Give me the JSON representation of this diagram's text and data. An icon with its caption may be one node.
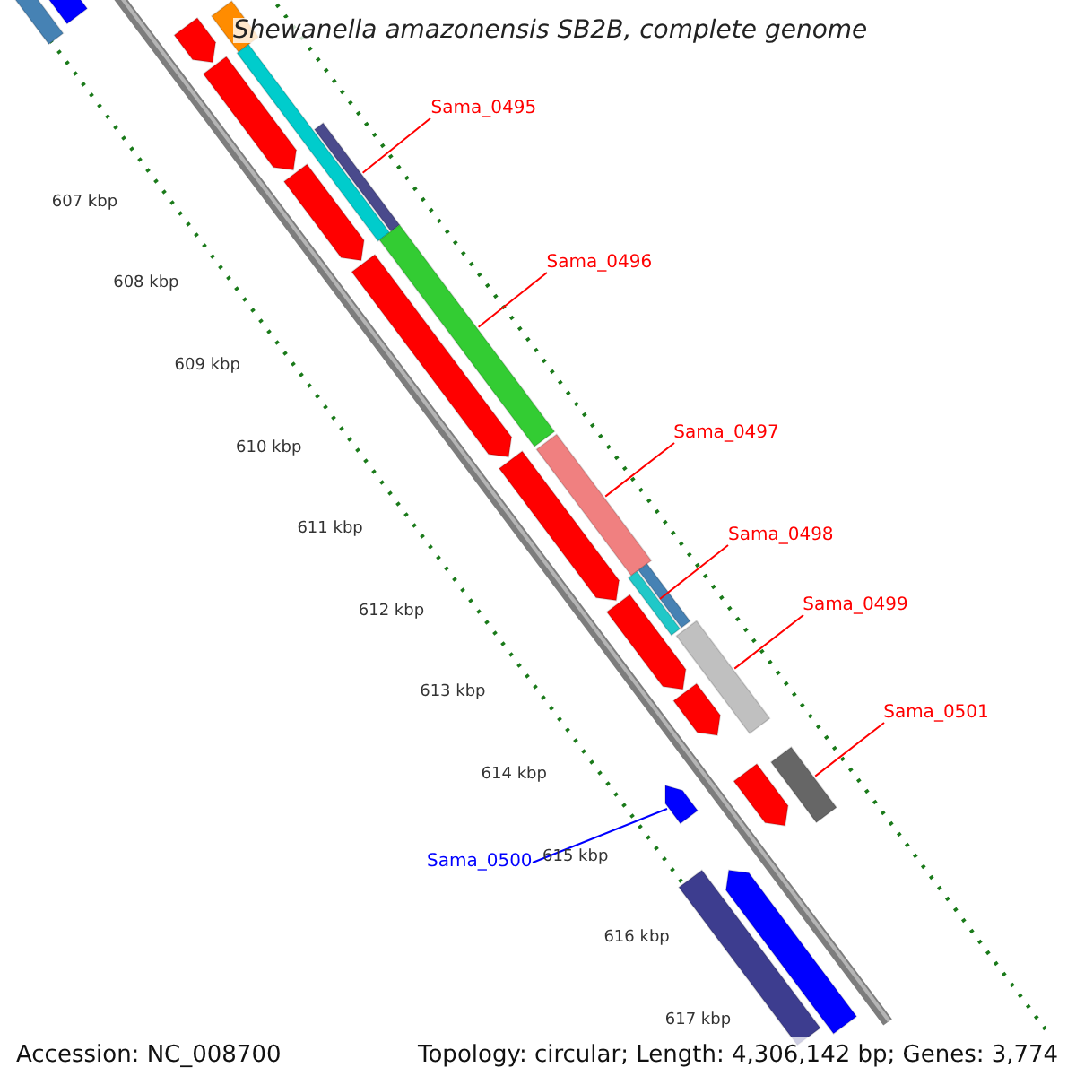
{
  "diagram": {
    "title": "Shewanella amazonensis SB2B, complete genome",
    "nodes": [
      {
        "text": [
          "Sama_0495"
        ]
      },
      {
        "text": [],
        "shape": "bar"
      },
      {
        "text": [
          "Sama_0496"
        ]
      },
      {
        "text": [],
        "shape": "bar"
      },
      {
        "text": [
          "Sama_0497"
        ]
      },
      {
        "text": [],
        "shape": "bar"
      },
      {
        "text": [
          "Sama_0498"
        ]
      },
      {
        "text": [],
        "shape": "bar"
      },
      {
        "text": [
          "Sama_0499"
        ]
      },
      {
        "text": [],
        "shape": "bar"
      },
      {
        "text": [
          "Sama_0501"
        ]
      },
      {
        "text": [],
        "shape": "bar"
      },
      {
        "text": [
          "Sama_0500"
        ]
      },
      {
        "text": [],
        "shape": "bar"
      },
      {
        "text": [],
        "shape": "bar"
      },
      {
        "text": [],
        "shape": "bar"
      },
      {
        "text": [],
        "shape": "bar"
      },
      {
        "text": [],
        "shape": "bar"
      },
      {
        "text": [],
        "shape": "bar"
      },
      {
        "text": [],
        "shape": "bar"
      },
      {
        "text": [],
        "shape": "bar"
      },
      {
        "text": [],
        "shape": "bar"
      },
      {
        "text": [],
        "shape": "bar"
      },
      {
        "text": [],
        "shape": "bar"
      },
      {
        "text": [],
        "shape": "bar"
      },
      {
        "text": [],
        "shape": "bar"
      },
      {
        "text": [],
        "shape": "bar"
      },
      {
        "text": [],
        "shape": "bar"
      },
      {
        "text": [],
        "shape": "bar"
      }
    ],
    "edges": [
      {
        "from": 0,
        "to": 1,
        "arrow": "none"
      },
      {
        "from": 2,
        "to": 3,
        "arrow": "none"
      },
      {
        "from": 4,
        "to": 5,
        "arrow": "none"
      },
      {
        "from": 6,
        "to": 7,
        "arrow": "none"
      },
      {
        "from": 8,
        "to": 9,
        "arrow": "none"
      },
      {
        "from": 10,
        "to": 11,
        "arrow": "none"
      },
      {
        "from": 12,
        "to": 13,
        "arrow": "none",
        "color": "#0000ff"
      }
    ],
    "labels": [
      "607 kbp",
      "608 kbp",
      "609 kbp",
      "610 kbp",
      "611 kbp",
      "612 kbp",
      "613 kbp",
      "614 kbp",
      "615 kbp",
      "616 kbp",
      "617 kbp",
      "Accession: NC_008700",
      "Topology: circular; Length: 4,306,142 bp; Genes: 3,774"
    ]
  }
}
